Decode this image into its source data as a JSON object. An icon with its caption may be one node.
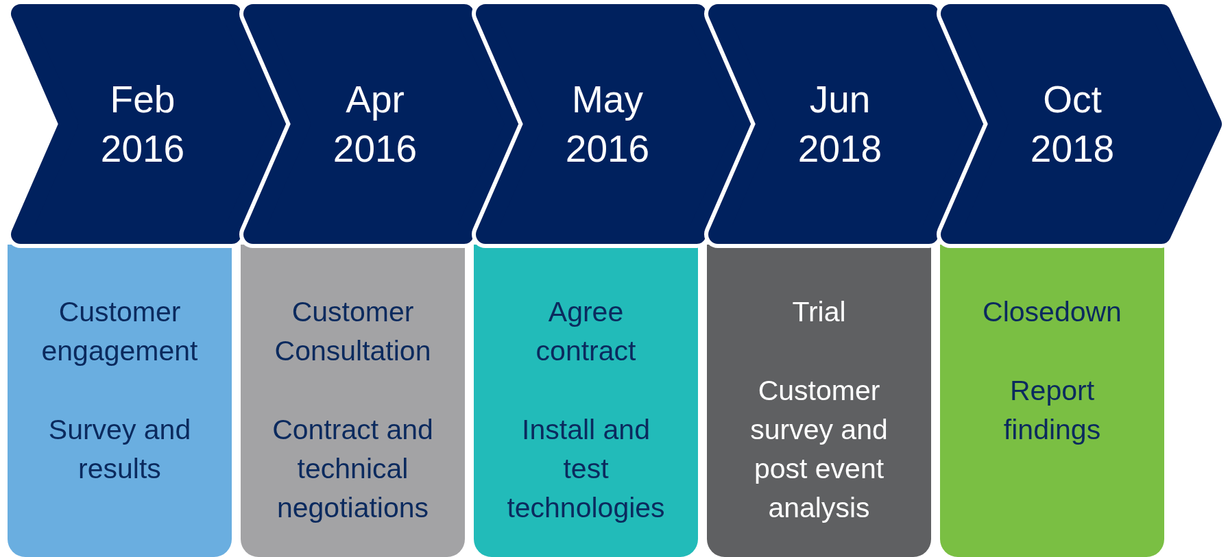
{
  "diagram": {
    "nodes": [
      {
        "text": [
          "Feb 2016"
        ]
      },
      {
        "text": [
          "Apr 2016"
        ]
      },
      {
        "text": [
          "May 2016"
        ]
      },
      {
        "text": [
          "Jun 2018"
        ]
      },
      {
        "text": [
          "Oct 2018"
        ]
      },
      {
        "text": [
          "Customer engagement",
          "Survey and results"
        ]
      },
      {
        "text": [
          "Customer Consultation",
          "Contract and technical negotiations"
        ]
      },
      {
        "text": [
          "Agree contract",
          "Install and test technologies"
        ]
      },
      {
        "text": [
          "Trial",
          "Customer survey and post event analysis"
        ]
      },
      {
        "text": [
          "Closedown",
          "Report findings"
        ]
      }
    ]
  }
}
